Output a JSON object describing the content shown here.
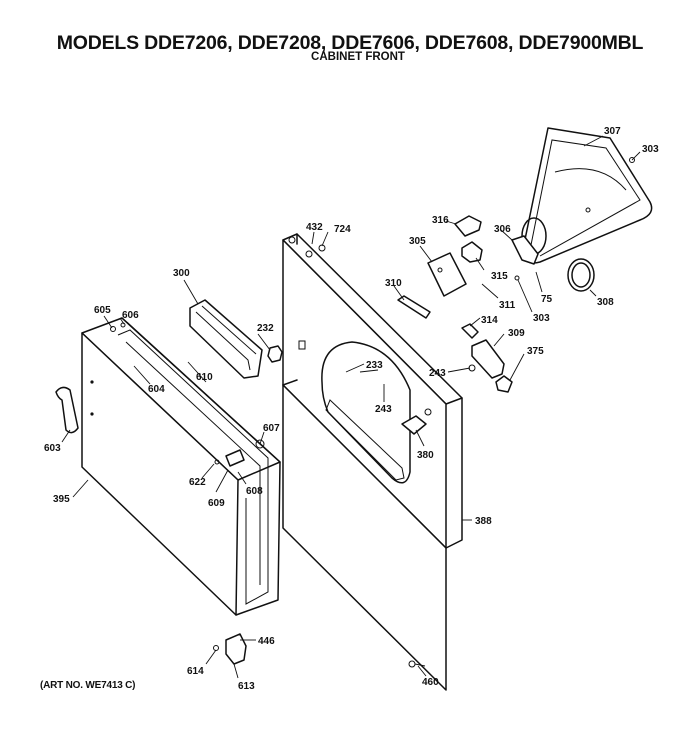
{
  "header": {
    "title": "MODELS DDE7206, DDE7208, DDE7606, DDE7608, DDE7900MBL",
    "subtitle": "CABINET FRONT"
  },
  "footer": {
    "art_no": "(ART NO. WE7413 C)"
  },
  "part_callouts": [
    "307",
    "303",
    "316",
    "306",
    "432",
    "724",
    "305",
    "315",
    "75",
    "308",
    "310",
    "311",
    "303",
    "300",
    "314",
    "309",
    "232",
    "605",
    "606",
    "375",
    "233",
    "243",
    "243",
    "604",
    "610",
    "607",
    "603",
    "380",
    "622",
    "608",
    "609",
    "395",
    "388",
    "446",
    "614",
    "613",
    "460"
  ]
}
